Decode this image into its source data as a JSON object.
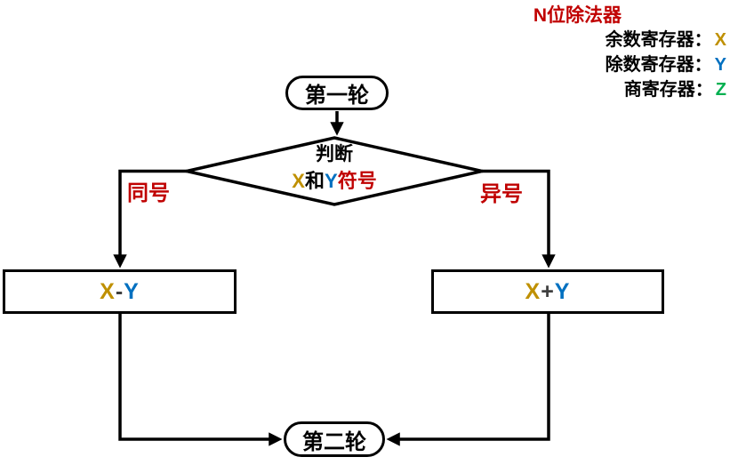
{
  "legend": {
    "title": "N位除法器",
    "items": [
      {
        "label": "余数寄存器：",
        "value": "X"
      },
      {
        "label": "除数寄存器：",
        "value": "Y"
      },
      {
        "label": "商寄存器：",
        "value": "Z"
      }
    ]
  },
  "flow": {
    "start": "第一轮",
    "decision_line1": "判断",
    "decision_x": "X",
    "decision_and": "和",
    "decision_y": "Y",
    "decision_suffix": "符号",
    "branch_left": "同号",
    "branch_right": "异号",
    "left_x": "X",
    "left_op": "-",
    "left_y": "Y",
    "right_x": "X",
    "right_op": "+",
    "right_y": "Y",
    "end": "第二轮"
  },
  "colors": {
    "red": "#C00000",
    "gold": "#BF9000",
    "blue": "#0070C0",
    "green": "#00B050",
    "line": "#000000",
    "operator": "#3F3F3F",
    "text": "#000000"
  }
}
